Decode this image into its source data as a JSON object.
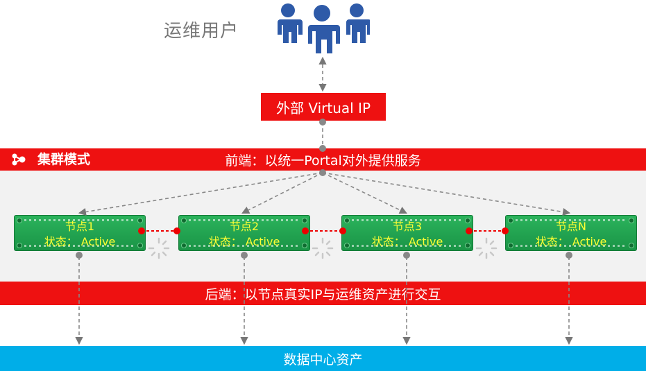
{
  "ops_users": {
    "label": "运维用户",
    "icon": "users-icon",
    "color": "#2e5aa8"
  },
  "virtual_ip": {
    "label": "外部 Virtual IP"
  },
  "cluster": {
    "label": "集群模式",
    "icon": "cluster-icon"
  },
  "frontend": {
    "label": "前端：以统一Portal对外提供服务"
  },
  "nodes": [
    {
      "title": "节点1",
      "status": "状态： Active"
    },
    {
      "title": "节点2",
      "status": "状态： Active"
    },
    {
      "title": "节点3",
      "status": "状态： Active"
    },
    {
      "title": "节点N",
      "status": "状态： Active"
    }
  ],
  "backend": {
    "label": "后端：以节点真实IP与运维资产进行交互"
  },
  "datacenter": {
    "label": "数据中心资产"
  },
  "colors": {
    "red": "#ee1111",
    "blue": "#00aee8",
    "node_green": "#22a552",
    "node_text": "#ffff33",
    "band": "#f2f2f2"
  }
}
